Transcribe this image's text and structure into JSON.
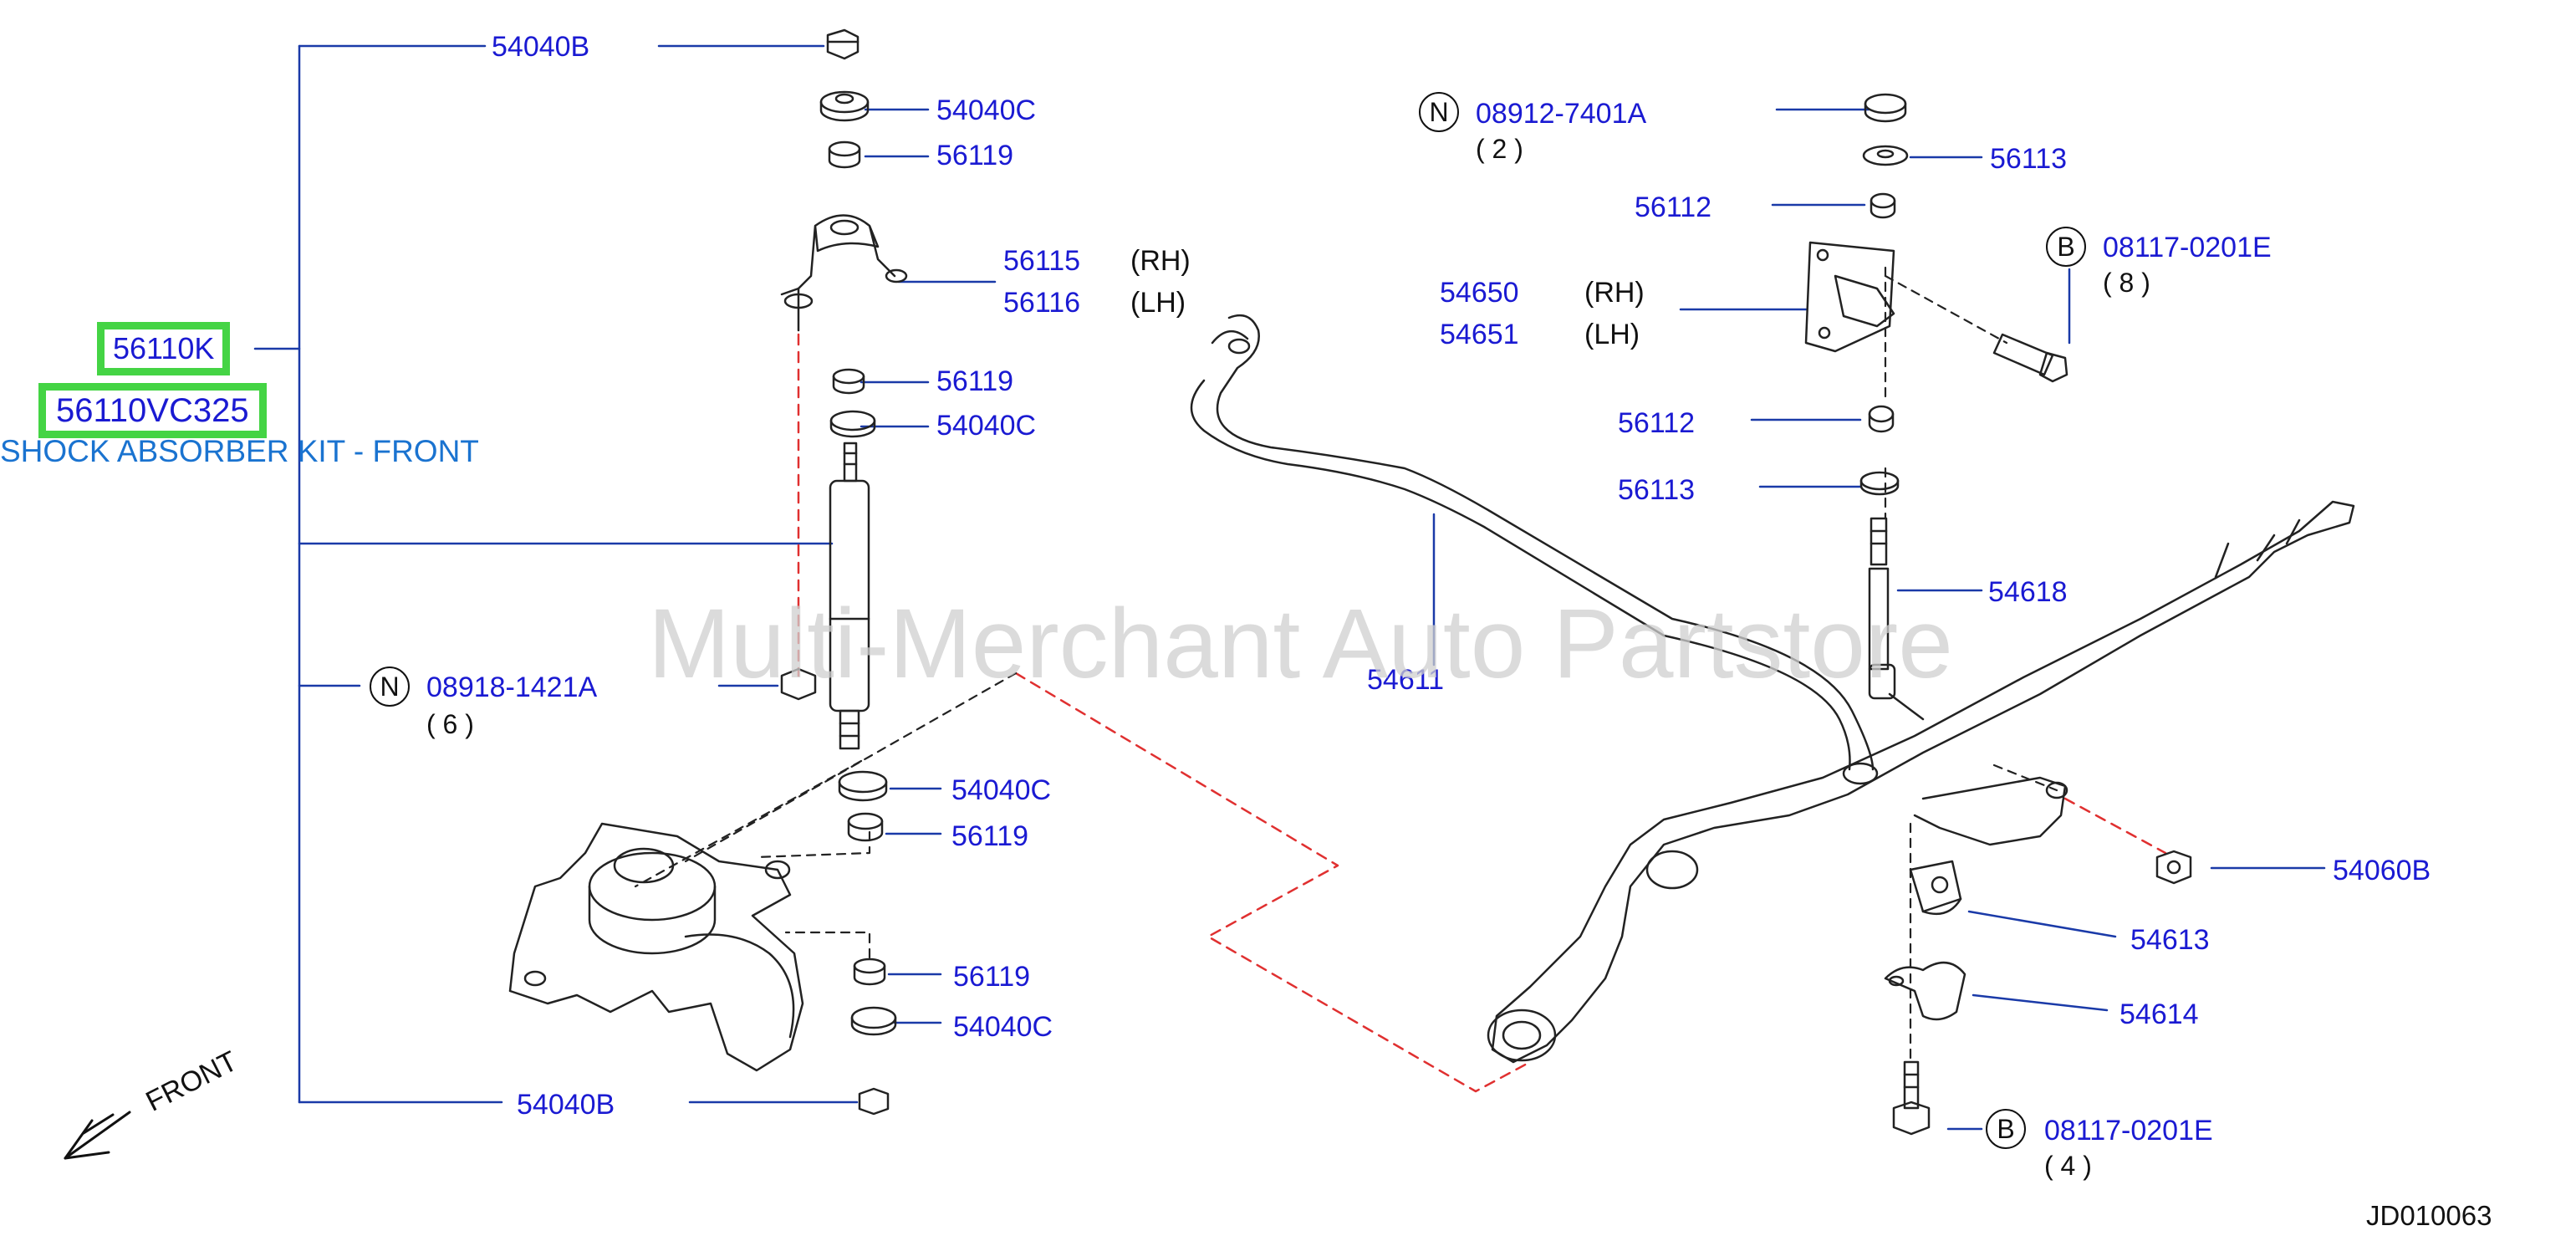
{
  "watermark": "Multi-Merchant Auto Partstore",
  "diagram_code": "JD010063",
  "front_label": "FRONT",
  "kit": {
    "code": "56110K",
    "part_number": "56110VC325",
    "description": "SHOCK ABSORBER KIT - FRONT",
    "highlight_color": "#44d444"
  },
  "colors": {
    "callout_text": "#1a1ad2",
    "leader_line": "#1a3aa8",
    "hidden_line_red": "#e03030"
  },
  "callouts": {
    "c54040B_top": "54040B",
    "c54040C_1": "54040C",
    "c56119_1": "56119",
    "c56115": "56115",
    "c56115_side": "(RH)",
    "c56116": "56116",
    "c56116_side": "(LH)",
    "c56119_2": "56119",
    "c54040C_2": "54040C",
    "c08918_prefix": "N",
    "c08918": "08918-1421A",
    "c08918_qty": "( 6 )",
    "c54040C_3": "54040C",
    "c56119_3": "56119",
    "c56119_4": "56119",
    "c54040C_4": "54040C",
    "c54040B_bottom": "54040B",
    "c08912_prefix": "N",
    "c08912": "08912-7401A",
    "c08912_qty": "( 2 )",
    "c56113_1": "56113",
    "c56112_1": "56112",
    "c08117_a_prefix": "B",
    "c08117_a": "08117-0201E",
    "c08117_a_qty": "( 8 )",
    "c54650": "54650",
    "c54650_side": "(RH)",
    "c54651": "54651",
    "c54651_side": "(LH)",
    "c56112_2": "56112",
    "c56113_2": "56113",
    "c54618": "54618",
    "c54611": "54611",
    "c54060B": "54060B",
    "c54613": "54613",
    "c54614": "54614",
    "c08117_b_prefix": "B",
    "c08117_b": "08117-0201E",
    "c08117_b_qty": "( 4 )"
  }
}
